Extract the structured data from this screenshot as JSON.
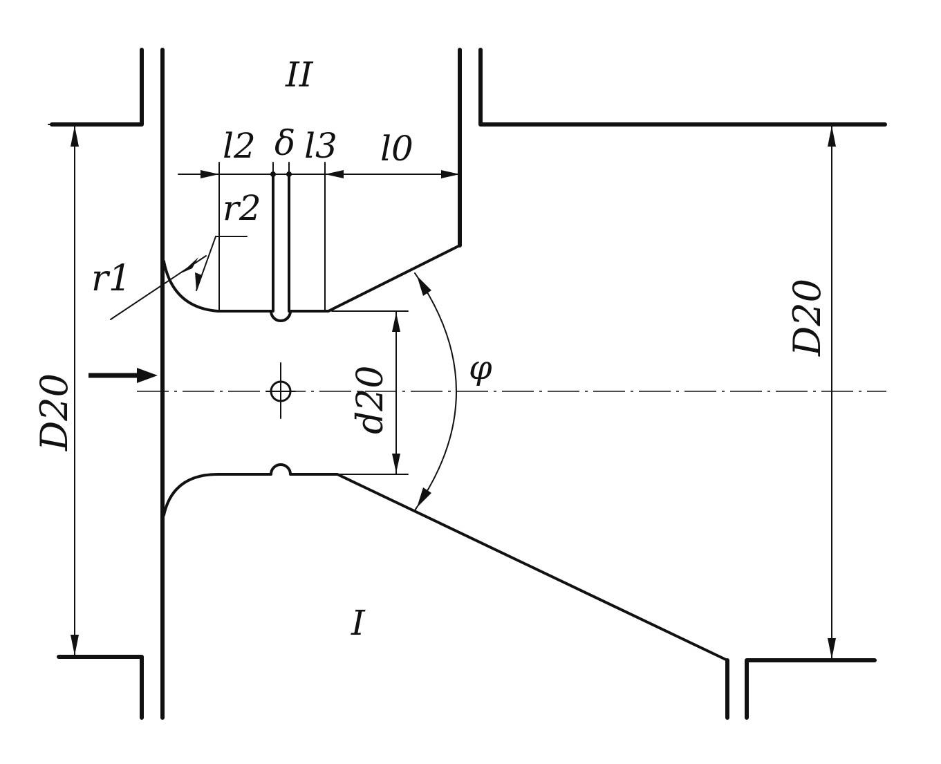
{
  "labels": {
    "region_upper": "II",
    "region_lower": "I",
    "pipe_diameter_left": "D20",
    "pipe_diameter_right": "D20",
    "throat_diameter": "d20",
    "radius_1": "r1",
    "radius_2": "r2",
    "length_2": "l2",
    "gap_delta": "δ",
    "length_3": "l3",
    "length_0": "l0",
    "angle": "φ"
  },
  "colors": {
    "ink": "#111111",
    "paper": "#ffffff"
  },
  "icons": {
    "flow_direction": "arrow-right-icon",
    "pressure_tap": "circle-cross-icon"
  }
}
